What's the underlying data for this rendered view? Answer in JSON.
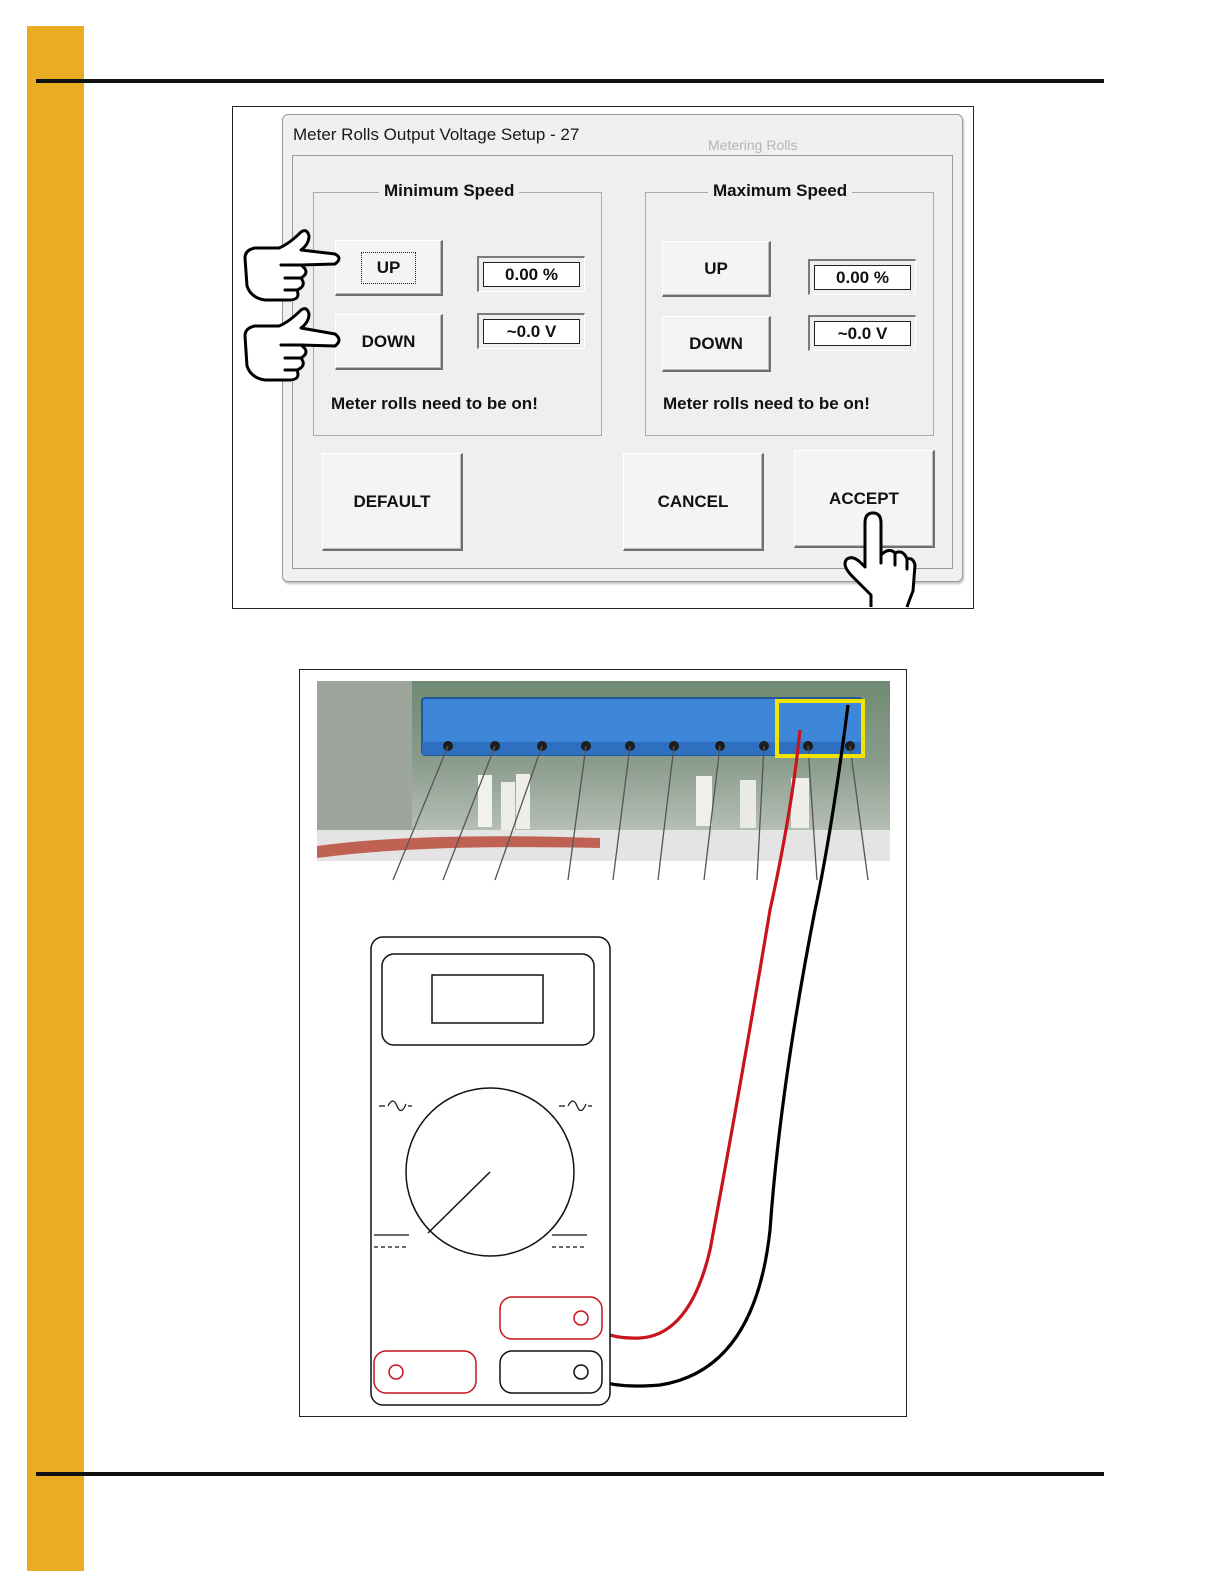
{
  "page": {
    "accent_color": "#E9AD24"
  },
  "dialog": {
    "title": "Meter Rolls Output Voltage Setup - 27",
    "background_tab_label": "Metering Rolls",
    "min_group": {
      "legend": "Minimum Speed",
      "up_label": "UP",
      "down_label": "DOWN",
      "percent_value": "0.00 %",
      "voltage_value": "~0.0 V",
      "note": "Meter rolls need to be on!"
    },
    "max_group": {
      "legend": "Maximum Speed",
      "up_label": "UP",
      "down_label": "DOWN",
      "percent_value": "0.00 %",
      "voltage_value": "~0.0 V",
      "note": "Meter rolls need to be on!"
    },
    "default_label": "DEFAULT",
    "cancel_label": "CANCEL",
    "accept_label": "ACCEPT"
  },
  "wiring": {
    "highlight_color": "#F2E400",
    "positive_lead_color": "#C8141A",
    "negative_lead_color": "#000000",
    "terminal_count": 10
  },
  "icons": [
    "pointing-hand-icon",
    "pointing-hand-icon",
    "tapping-hand-icon",
    "ac-wave-icon",
    "dc-symbol-icon"
  ]
}
